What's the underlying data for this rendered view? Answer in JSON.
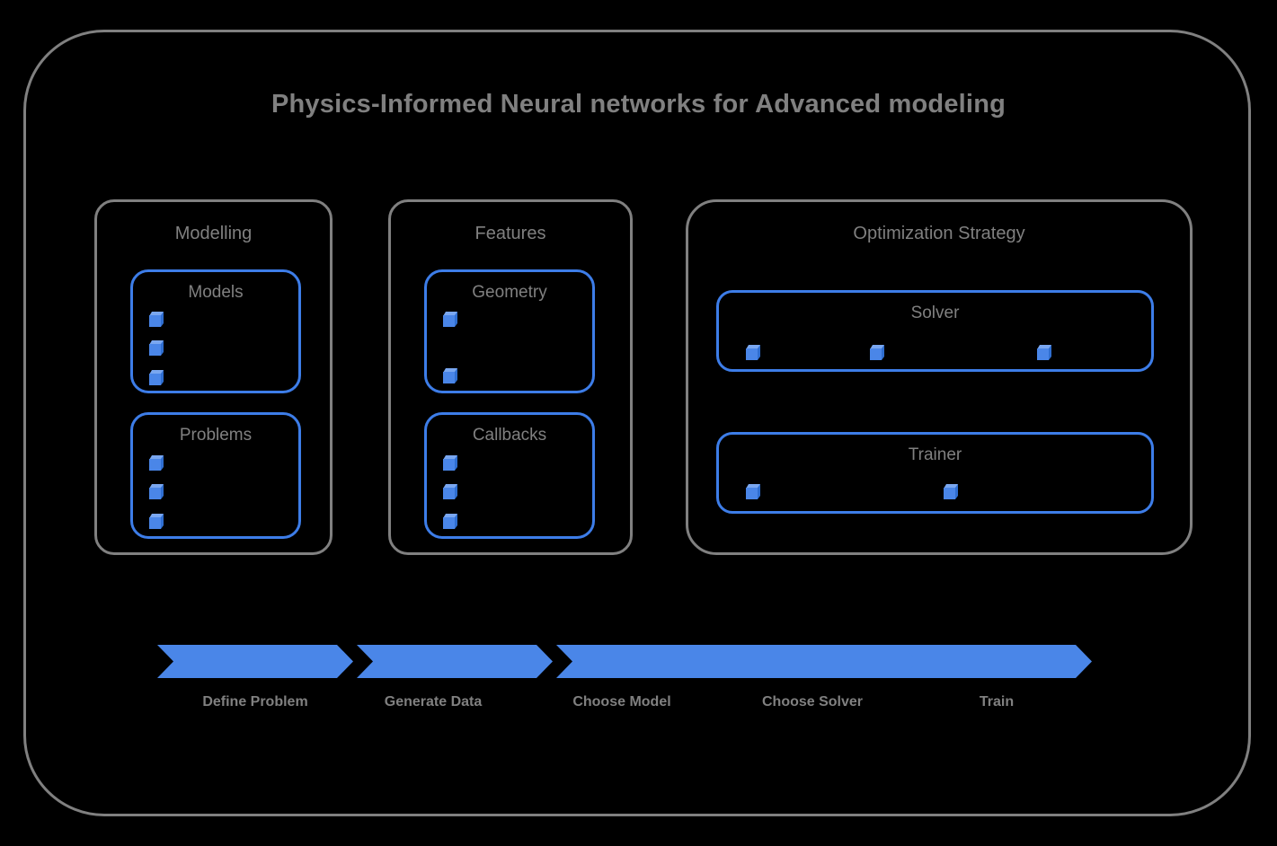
{
  "diagram": {
    "title": "Physics-Informed Neural networks for Advanced modeling",
    "colors": {
      "background": "#000000",
      "frame_border": "#808080",
      "text": "#808080",
      "accent_blue": "#4a86e8",
      "box_border": "#3d7de8"
    }
  },
  "groups": [
    {
      "id": "modelling",
      "title": "Modelling",
      "boxes": [
        {
          "id": "models",
          "title": "Models",
          "bullet_count": 3
        },
        {
          "id": "problems",
          "title": "Problems",
          "bullet_count": 3
        }
      ]
    },
    {
      "id": "features",
      "title": "Features",
      "boxes": [
        {
          "id": "geometry",
          "title": "Geometry",
          "bullet_count": 2
        },
        {
          "id": "callbacks",
          "title": "Callbacks",
          "bullet_count": 3
        }
      ]
    },
    {
      "id": "optimization",
      "title": "Optimization Strategy",
      "boxes": [
        {
          "id": "solver",
          "title": "Solver",
          "bullet_count": 3
        },
        {
          "id": "trainer",
          "title": "Trainer",
          "bullet_count": 2
        }
      ]
    }
  ],
  "workflow": {
    "steps": [
      {
        "label": "Define Problem"
      },
      {
        "label": "Generate Data"
      },
      {
        "label": "Choose Model"
      },
      {
        "label": "Choose Solver"
      },
      {
        "label": "Train"
      }
    ]
  }
}
